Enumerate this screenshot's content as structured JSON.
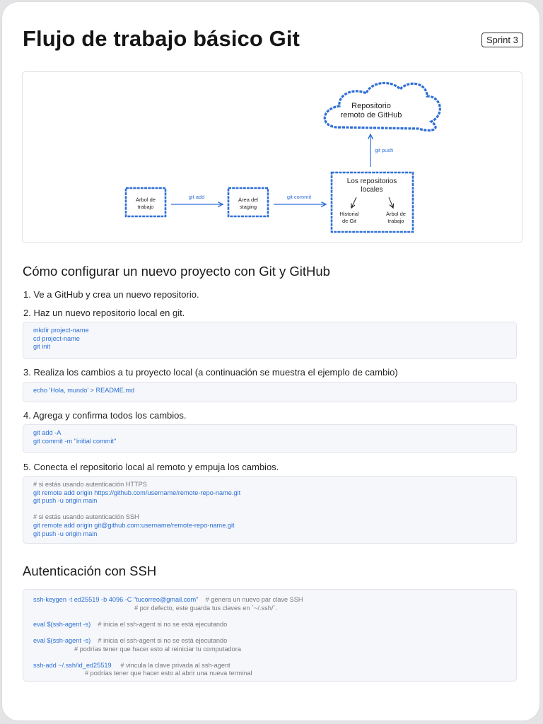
{
  "header": {
    "title": "Flujo de trabajo básico Git",
    "badge": "Sprint 3"
  },
  "diagram": {
    "working_tree_l1": "Árbol de",
    "working_tree_l2": "trabajo",
    "staging_l1": "Área del",
    "staging_l2": "staging",
    "local_repos_l1": "Los repositorios",
    "local_repos_l2": "locales",
    "history_l1": "Historial",
    "history_l2": "de Git",
    "tree_l1": "Árbol de",
    "tree_l2": "trabajo",
    "remote_l1": "Repositorio",
    "remote_l2": "remoto de GitHub",
    "arrow_add": "git add",
    "arrow_commit": "git commit",
    "arrow_push": "git push"
  },
  "setup": {
    "heading": "Cómo configurar un nuevo proyecto con Git y GitHub",
    "step1": "1.  Ve a GitHub y crea un nuevo repositorio.",
    "step2": "2. Haz un nuevo repositorio local en git.",
    "code2": [
      "mkdir project-name",
      "cd project-name",
      "git init"
    ],
    "step3": "3. Realiza los cambios a tu proyecto local (a continuación se muestra el ejemplo de cambio)",
    "code3": [
      "echo 'Hola, mundo' > README.md"
    ],
    "step4": "4. Agrega y confirma todos los cambios.",
    "code4": [
      "git add -A",
      "git commit -m \"initial commit\""
    ],
    "step5": "5. Conecta el repositorio local al remoto y empuja los cambios.",
    "code5_c1": "# si estás usando autenticación HTTPS",
    "code5_l1": "git remote add origin https://github.com/username/remote-repo-name.git",
    "code5_l2": "git push -u origin main",
    "code5_c2": "# si estás usando autenticación SSH",
    "code5_l3": "git remote add origin git@github.com:username/remote-repo-name.git",
    "code5_l4": "git push -u origin main"
  },
  "ssh": {
    "heading": "Autenticación con SSH",
    "l1_cmd": "ssh-keygen -t ed25519 -b 4096 -C \"tucorreo@gmail.com\"",
    "l1_cm": "    # genera un nuevo par clave SSH",
    "l2_cm": "# por defecto, este guarda tus claves en `~/.ssh/`.",
    "l3_cmd": "eval $(ssh-agent -s)",
    "l3_cm": "    # inicia el ssh-agent si no se está ejecutando",
    "l4_cmd": "eval $(ssh-agent -s)",
    "l4_cm": "    # inicia el ssh-agent si no se está ejecutando",
    "l5_cm": "# podrías tener que hacer esto al reiniciar tu computadora",
    "l6_cmd": "ssh-add ~/.ssh/id_ed25519",
    "l6_cm": "     # vincula la clave privada al ssh-agent",
    "l7_cm": "# podrías tener que hacer esto al abrir una nueva terminal"
  },
  "colors": {
    "accent": "#2f6fd6",
    "code_bg": "#f6f7fa",
    "comment": "#777777"
  }
}
